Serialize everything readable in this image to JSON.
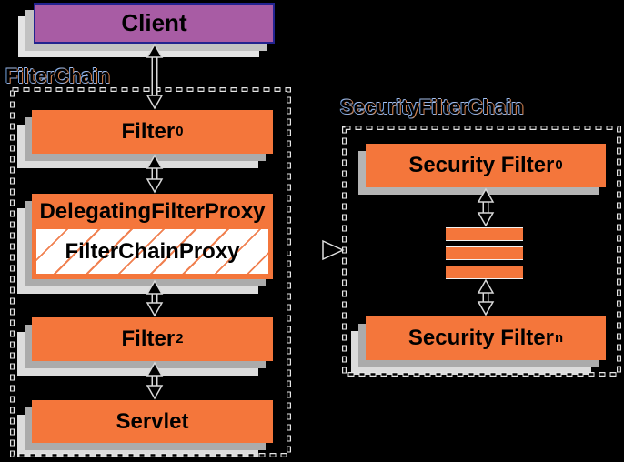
{
  "client": {
    "label": "Client"
  },
  "filter_chain": {
    "title": "FilterChain",
    "filter0": {
      "label": "Filter",
      "sub": "0"
    },
    "delegating_filter_proxy": {
      "label": "DelegatingFilterProxy"
    },
    "filter_chain_proxy": {
      "label": "FilterChainProxy"
    },
    "filter2": {
      "label": "Filter",
      "sub": "2"
    },
    "servlet": {
      "label": "Servlet"
    }
  },
  "security_filter_chain": {
    "title": "SecurityFilterChain",
    "filter0": {
      "label": "Security Filter",
      "sub": "0"
    },
    "filtern": {
      "label": "Security Filter",
      "sub": "n"
    }
  },
  "colors": {
    "background": "#000000",
    "box_orange": "#F4763B",
    "client_purple": "#A85CA4",
    "client_border_navy": "#23238F",
    "shadow_gray": "#ABABAB",
    "shadow_light_gray": "#DCDCDC",
    "dashed_border": "#E6E6E6",
    "hatch_orange": "#F08050",
    "text": "#000000"
  }
}
